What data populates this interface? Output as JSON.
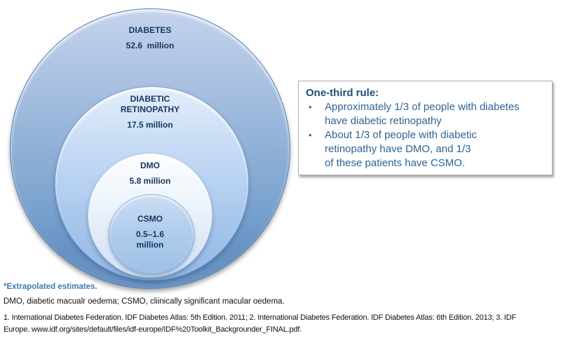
{
  "diagram": {
    "description": "Nested circles showing prevalence of diabetes-related eye disease",
    "rings": [
      {
        "name_lines": [
          "DIABETES"
        ],
        "value_lines": [
          "52.6  million"
        ],
        "fill_top": "#c4d3ec",
        "fill_bottom": "#6691c2"
      },
      {
        "name_lines": [
          "DIABETIC",
          "RETINOPATHY"
        ],
        "value_lines": [
          "17.5 million"
        ],
        "fill_top": "#e4eefb",
        "fill_bottom": "#92b7e5"
      },
      {
        "name_lines": [
          "DMO"
        ],
        "value_lines": [
          "5.8 million"
        ],
        "fill_top": "#fcfdff",
        "fill_bottom": "#d2e2f5"
      },
      {
        "name_lines": [
          "CSMO"
        ],
        "value_lines": [
          "0.5–1.6",
          "million"
        ],
        "fill_top": "#ccdNf4",
        "fill_bottom": "#9dc0e7"
      }
    ],
    "text_color": "#17365d"
  },
  "note_box": {
    "title": "One-third rule:",
    "bullet_char": "•",
    "bullets": [
      {
        "lines": [
          "Approximately 1/3 of people with diabetes",
          "have diabetic retinopathy"
        ]
      },
      {
        "lines": [
          "About 1/3 of people with diabetic",
          "retinopathy have DMO, and 1/3",
          "of these patients have CSMO."
        ]
      }
    ],
    "title_color": "#1f4e79",
    "text_color": "#2f6493"
  },
  "footnotes": {
    "extrapolated": "*Extrapolated estimates.",
    "extrapolated_color": "#3e7cb1",
    "abbreviations": "DMO, diabetic macualr oedema; CSMO, cliinically significant macular oedema.",
    "references_line1": "1. International Diabetes Federation. IDF Diabetes Atlas: 5th Edition. 2011; 2. International Diabetes Federation. IDF Diabetes Atlas: 6th Edition. 2013; 3. IDF",
    "references_line2": "Europe. www.idf.org/sites/default/files/idf-europe/IDF%20Toolkit_Backgrounder_FINAL.pdf."
  }
}
